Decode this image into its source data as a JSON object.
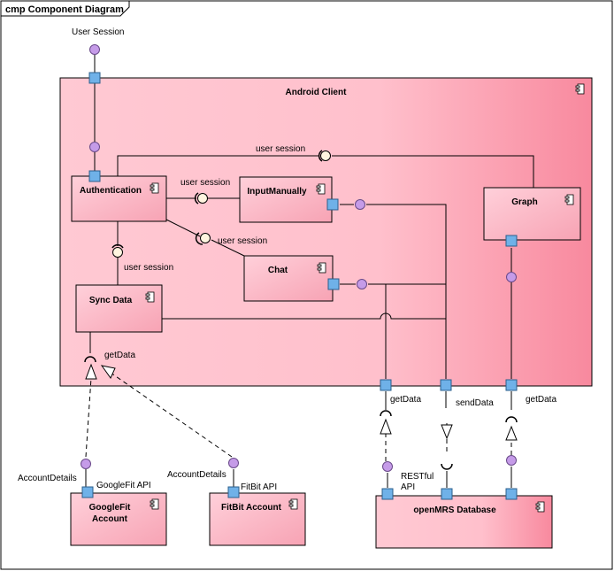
{
  "frame": {
    "title": "cmp Component Diagram"
  },
  "colors": {
    "component_fill": "#f9b6c2",
    "port": "#6fb1e8",
    "provided": "#c59be8"
  },
  "components": {
    "android_client": "Android Client",
    "authentication": "Authentication",
    "input_manually": "InputManually",
    "graph": "Graph",
    "chat": "Chat",
    "sync_data": "Sync Data",
    "googlefit_line1": "GoogleFit",
    "googlefit_line2": "Account",
    "fitbit": "FitBit Account",
    "openmrs": "openMRS Database"
  },
  "labels": {
    "user_session_top": "User Session",
    "user_session_graph": "user session",
    "user_session_input": "user session",
    "user_session_chat": "user session",
    "user_session_sync": "user session",
    "getdata_sync": "getData",
    "getdata_chat": "getData",
    "senddata": "sendData",
    "getdata_graph": "getData",
    "account_details_google": "AccountDetails",
    "googlefit_api": "GoogleFit API",
    "account_details_fitbit": "AccountDetails",
    "fitbit_api": "FitBit API",
    "restful_line1": "RESTful",
    "restful_line2": "API"
  }
}
